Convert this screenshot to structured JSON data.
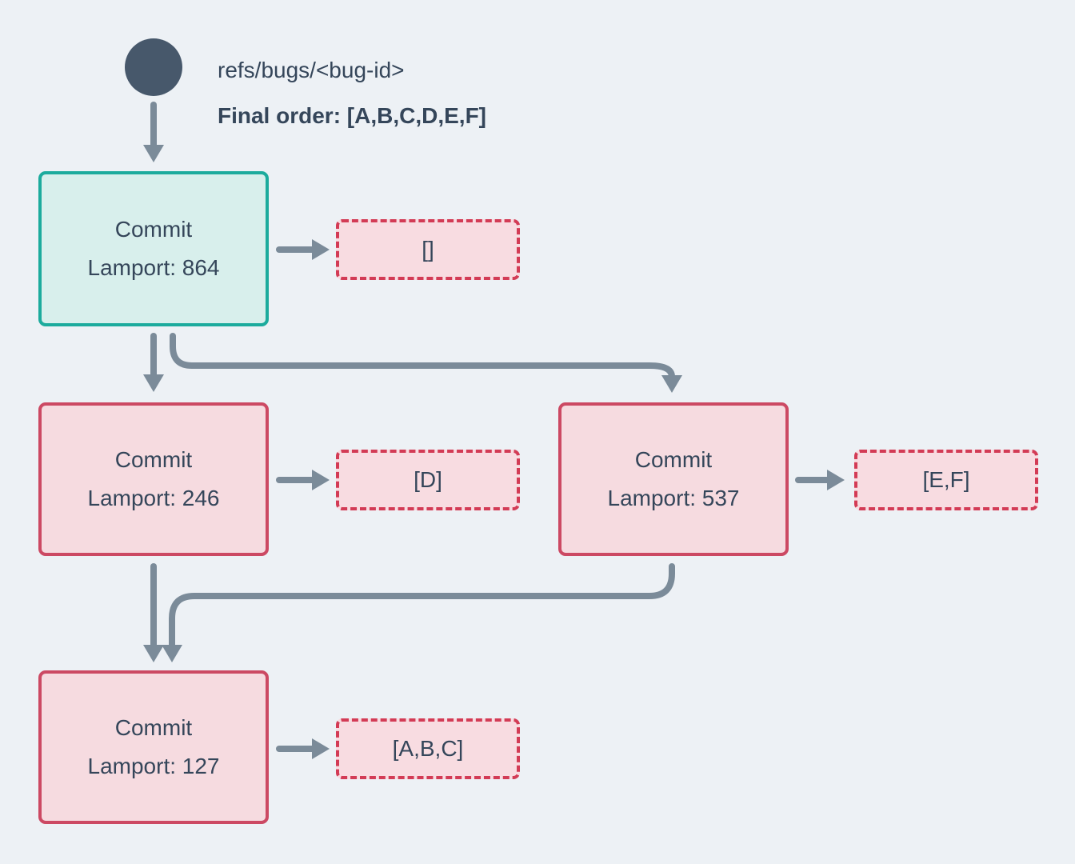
{
  "header": {
    "ref": "refs/bugs/<bug-id>",
    "final_order": "Final order: [A,B,C,D,E,F]"
  },
  "nodes": {
    "root": {
      "title": "Commit",
      "lamport": "Lamport: 864",
      "operations": "[]"
    },
    "left": {
      "title": "Commit",
      "lamport": "Lamport: 246",
      "operations": "[D]"
    },
    "right": {
      "title": "Commit",
      "lamport": "Lamport: 537",
      "operations": "[E,F]"
    },
    "merge": {
      "title": "Commit",
      "lamport": "Lamport: 127",
      "operations": "[A,B,C]"
    }
  },
  "edges": [
    {
      "from": "refs/bugs/<bug-id>",
      "to": "Commit Lamport: 864"
    },
    {
      "from": "Commit Lamport: 864",
      "to": "[]"
    },
    {
      "from": "Commit Lamport: 864",
      "to": "Commit Lamport: 246"
    },
    {
      "from": "Commit Lamport: 864",
      "to": "Commit Lamport: 537"
    },
    {
      "from": "Commit Lamport: 246",
      "to": "[D]"
    },
    {
      "from": "Commit Lamport: 537",
      "to": "[E,F]"
    },
    {
      "from": "Commit Lamport: 246",
      "to": "Commit Lamport: 127"
    },
    {
      "from": "Commit Lamport: 537",
      "to": "Commit Lamport: 127"
    },
    {
      "from": "Commit Lamport: 127",
      "to": "[A,B,C]"
    }
  ],
  "colors": {
    "background": "#edf1f5",
    "ref_circle": "#47586b",
    "arrow": "#7b8b99",
    "text": "#35465a",
    "root_commit_border": "#1cab9d",
    "root_commit_fill": "#d8efec",
    "commit_border": "#cc4963",
    "commit_fill": "#f6dbe0",
    "operations_border": "#d33b55",
    "operations_fill": "#f8dce1"
  }
}
